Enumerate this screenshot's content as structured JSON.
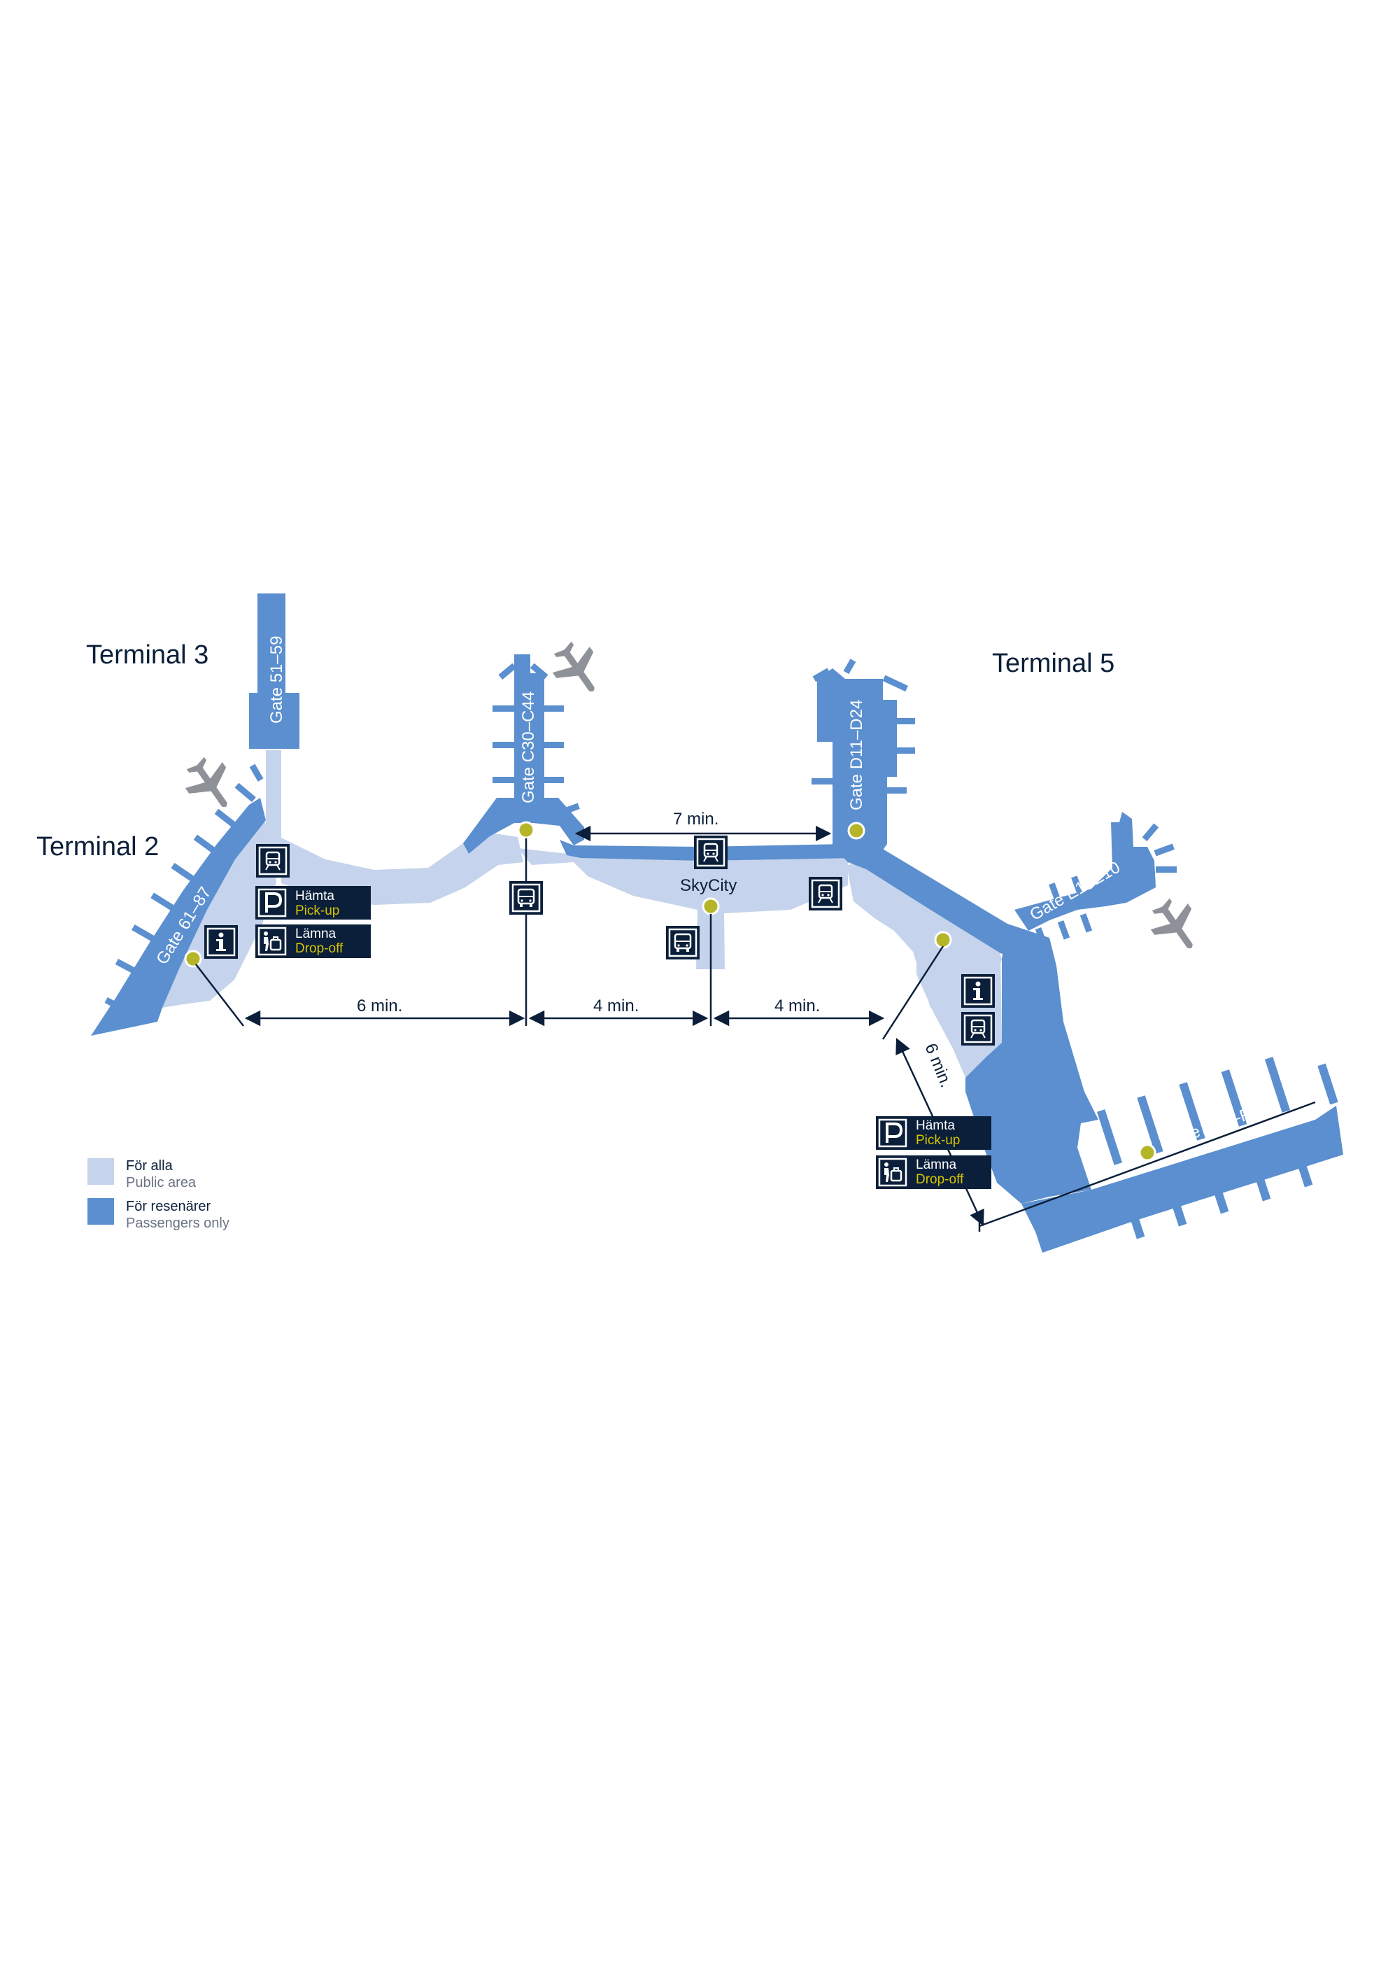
{
  "colors": {
    "public_area": "#c5d3ec",
    "passengers_only": "#5b8fcf",
    "sign_bg": "#0b1f3a",
    "sign_accent": "#d6c400",
    "poi_dot": "#b5b52a",
    "plane": "#8e9298",
    "text_dark": "#0b1f3a",
    "text_muted": "#6a7283"
  },
  "terminals": {
    "t2": "Terminal 2",
    "t3": "Terminal 3",
    "t5": "Terminal 5"
  },
  "gates": {
    "g61_87": "Gate 61–87",
    "g51_59": "Gate 51–59",
    "gC30_C44": "Gate C30–C44",
    "gD11_D24": "Gate D11–D24",
    "gE1_E10": "Gate E1–E10",
    "gF26_F69": "Gate F26–F69"
  },
  "places": {
    "skycity": "SkyCity"
  },
  "walk_times": {
    "t2_to_c": "6 min.",
    "c_to_skycity": "4 min.",
    "skycity_to_t5": "4 min.",
    "c_to_d": "7 min.",
    "t5_to_f": "6 min."
  },
  "signs": {
    "pickup_sv": "Hämta",
    "pickup_en": "Pick-up",
    "dropoff_sv": "Lämna",
    "dropoff_en": "Drop-off"
  },
  "legend": {
    "public_sv": "För alla",
    "public_en": "Public area",
    "passengers_sv": "För resenärer",
    "passengers_en": "Passengers only"
  },
  "icons": [
    "train-icon",
    "bus-icon",
    "parking-icon",
    "drop-off-icon",
    "info-icon",
    "airplane-icon",
    "walkway-dot"
  ]
}
